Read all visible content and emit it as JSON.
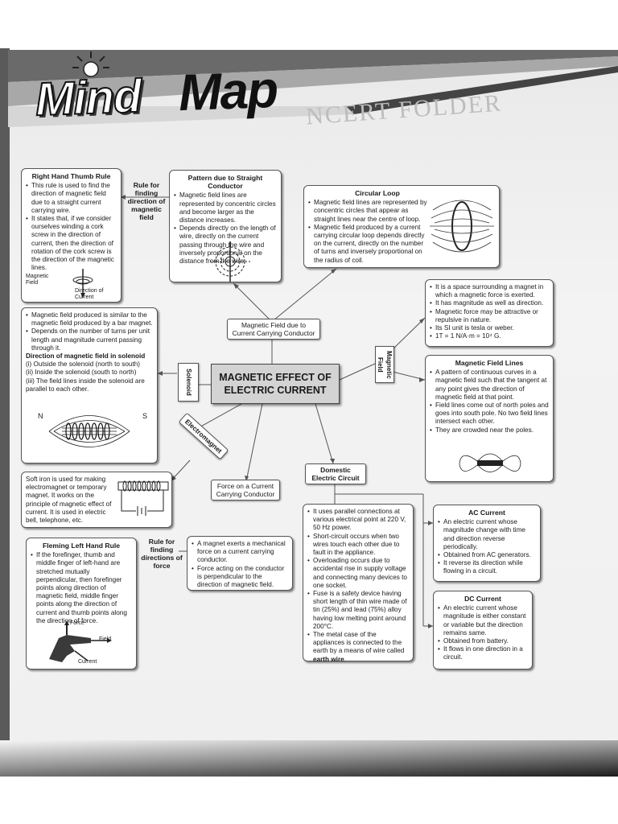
{
  "page": {
    "title_part1": "Mind",
    "title_part2": "Map",
    "background_heading": "NCERT FOLDER",
    "center": "MAGNETIC EFFECT OF ELECTRIC CURRENT"
  },
  "right_hand": {
    "title": "Right Hand Thumb Rule",
    "items": [
      "This rule is used to find the direction of magnetic field due to a straight current carrying wire.",
      "It states that, if we consider ourselves winding a cork screw in the direction of current, then the direction of rotation of the cork screw is the direction of the magnetic lines."
    ],
    "fig_field": "Magnetic Field",
    "fig_current": "Direction of Current"
  },
  "rule_finding_field": "Rule for finding direction of magnetic field",
  "straight": {
    "title": "Pattern due to Straight Conductor",
    "items": [
      "Magnetic field lines are represented by concentric circles and become larger as the distance increases.",
      "Depends directly on the length of wire, directly on the current passing through the wire and inversely proportional on the distance from the wire."
    ]
  },
  "circular": {
    "title": "Circular Loop",
    "items": [
      "Magnetic field lines are represented by concentric circles that appear as straight lines near the centre of loop.",
      "Magnetic field produced by a current carrying circular loop depends directly on the current, directly on the number of turns and inversely proportional on the radius of coil."
    ]
  },
  "solenoid_box": {
    "items": [
      "Magnetic field produced is similar to the magnetic field produced by a bar magnet.",
      "Depends on the number of turns per unit length and magnitude current passing through it."
    ],
    "direction_title": "Direction of magnetic field in solenoid",
    "direction_lines": [
      "(i) Outside the solenoid (north to south)",
      "(ii) Inside the solenoid (south to north)",
      "(iii) The field lines inside the solenoid are parallel to each other."
    ],
    "fig_n": "N",
    "fig_s": "S"
  },
  "tags": {
    "field_due_current": "Magnetic Field due to Current Carrying Conductor",
    "solenoid": "Solenoid",
    "magnetic_field": "Magnetic Field",
    "electromagnet": "Electromagnet",
    "force_current": "Force on a Current Carrying Conductor",
    "domestic": "Domestic Electric Circuit"
  },
  "magnetic_field_box": {
    "items": [
      "It is a space surrounding a magnet in which a magnetic force is exerted.",
      "It has magnitude as well as direction.",
      "Magnetic force may be attractive or repulsive in nature.",
      "Its SI unit is tesla or weber.",
      "1T = 1 N/A·m = 10⁴ G."
    ]
  },
  "field_lines": {
    "title": "Magnetic Field Lines",
    "items": [
      "A pattern of continuous curves in a magnetic field such that the tangent at any point gives the direction of magnetic field at that point.",
      "Field lines come out of north poles and goes into south pole. No two field lines intersect each other.",
      "They are crowded near the poles."
    ]
  },
  "electromagnet_box": {
    "text": "Soft iron is used for making electromagnet or temporary magnet. It works on the principle of magnetic effect of current. It is used in electric bell, telephone, etc."
  },
  "fleming": {
    "title": "Fleming Left Hand Rule",
    "text": "If the forefinger, thumb and middle finger of left-hand are stretched mutually perpendicular, then forefinger points along direction of magnetic field, middle finger points along the direction of current and thumb points along the direction of force.",
    "fig_force": "Force",
    "fig_field": "Field",
    "fig_current": "Current"
  },
  "rule_finding_force": "Rule for finding directions of force",
  "force_box": {
    "items": [
      "A magnet exerts a mechanical force on a current carrying conductor.",
      "Force acting on the conductor is perpendicular to the direction of magnetic field."
    ]
  },
  "domestic_box": {
    "items": [
      "It uses parallel connections at various electrical point at 220 V, 50 Hz power.",
      "Short-circuit occurs when two wires touch each other due to fault in the appliance.",
      "Overloading occurs due to accidental rise in supply voltage and connecting many devices to one socket.",
      "Fuse is a safety device having short length of thin wire made of tin (25%) and lead (75%) alloy having low melting point around 200°C."
    ],
    "last_pre": "The metal case of the appliances is connected to the earth by a means of wire called ",
    "last_bold": "earth wire",
    "last_post": "."
  },
  "ac": {
    "title": "AC Current",
    "items": [
      "An electric current whose magnitude change with time and direction reverse periodically.",
      "Obtained from AC generators.",
      "It reverse its direction while flowing in a circuit."
    ]
  },
  "dc": {
    "title": "DC Current",
    "items": [
      "An electric current whose magnitude is either constant or variable but the direction remains same.",
      "Obtained from battery.",
      "It flows in one direction in a circuit."
    ]
  }
}
